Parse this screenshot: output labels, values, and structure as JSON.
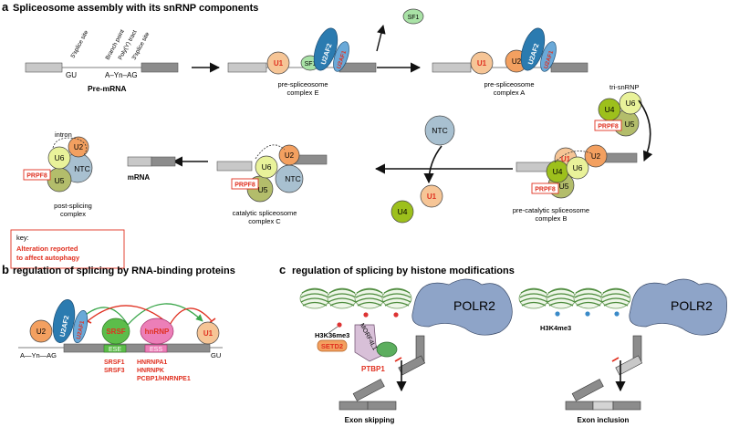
{
  "panel_a": {
    "letter": "a",
    "title": "Spliceosome assembly with its snRNP components",
    "site_labels": {
      "five_ss": "5′splice site",
      "branch": "Branch point",
      "polyy": "Poly(Y) tract",
      "three_ss": "3′splice site"
    },
    "seq_gu": "GU",
    "seq_rest": "A–Yn–AG",
    "pre_mrna": "Pre-mRNA",
    "complex_e": [
      "pre-spliceosome",
      "complex E"
    ],
    "complex_a": [
      "pre-spliceosome",
      "complex A"
    ],
    "tri_snrnp": "tri-snRNP",
    "complex_b": [
      "pre-catalytic spliceosome",
      "complex B"
    ],
    "complex_c": [
      "catalytic spliceosome",
      "complex C"
    ],
    "post_splicing": [
      "post-splicing",
      "complex"
    ],
    "intron": "intron",
    "mrna": "mRNA",
    "factors": {
      "u1": "U1",
      "u2": "U2",
      "u4": "U4",
      "u5": "U5",
      "u6": "U6",
      "sf1": "SF1",
      "u2af2": "U2AF2",
      "u2af1": "U2AF1",
      "ntc": "NTC",
      "prpf8": "PRPF8"
    },
    "key": {
      "label": "key:",
      "line1": "Alteration reported",
      "line2": "to affect autophagy"
    }
  },
  "panel_b": {
    "letter": "b",
    "title": "regulation of splicing by RNA-binding proteins",
    "u2": "U2",
    "u2af2": "U2AF2",
    "u2af1": "U2AF1",
    "srsf": "SRSF",
    "hnrnp": "hnRNP",
    "u1": "U1",
    "ese": "ESE",
    "ess": "ESS",
    "seq_left": "A—Yn—AG",
    "seq_gu": "GU",
    "srsf_list": [
      "SRSF1",
      "SRSF3"
    ],
    "hnrnp_list": [
      "HNRNPA1",
      "HNRNPK",
      "PCBP1/HNRNPE1"
    ]
  },
  "panel_c": {
    "letter": "c",
    "title": "regulation of splicing by histone modifications",
    "polr2": "POLR2",
    "h3k36": "H3K36me3",
    "setd2": "SETD2",
    "morf4l1": "MORF4L1",
    "ptbp1": "PTBP1",
    "h3k4": "H3K4me3",
    "exon_skipping": "Exon skipping",
    "exon_inclusion": "Exon inclusion"
  },
  "colors": {
    "u1": "#f6c596",
    "u2": "#f3a060",
    "u4": "#9dc01c",
    "u5": "#b3bd6b",
    "u6": "#e9f29a",
    "sf1": "#a9e2a6",
    "u2af2": "#2b7bb0",
    "u2af1": "#6aa9d8",
    "ntc": "#a8c0d0",
    "polr2": "#8ea4c8",
    "srsf": "#5cbd4a",
    "hnrnp": "#ec7fb8",
    "alteration_red": "#e03020",
    "arrow_green": "#3aa64a"
  }
}
